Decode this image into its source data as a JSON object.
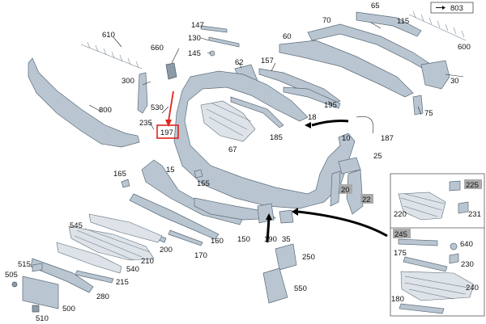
{
  "colors": {
    "part_fill": "#b9c6d1",
    "highlight": "#e0241b",
    "shaded_label": "#aaaaaa"
  },
  "highlighted_part": "197",
  "ref_arrow_label": "803",
  "labels": {
    "l610": "610",
    "l660": "660",
    "l147": "147",
    "l130": "130",
    "l145": "145",
    "l70": "70",
    "l65": "65",
    "l115": "115",
    "l600": "600",
    "l60": "60",
    "l300": "300",
    "l62": "62",
    "l157": "157",
    "l30": "30",
    "l530": "530",
    "l800": "800",
    "l195": "195",
    "l75": "75",
    "l235": "235",
    "l197": "197",
    "l18": "18",
    "l187": "187",
    "l185": "185",
    "l67": "67",
    "l10": "10",
    "l25": "25",
    "l165": "165",
    "l15": "15",
    "l155": "155",
    "l20": "20",
    "l22": "22",
    "l545": "545",
    "l200": "200",
    "l170": "170",
    "l160": "160",
    "l150": "150",
    "l190": "190",
    "l35": "35",
    "l250": "250",
    "l515": "515",
    "l505": "505",
    "l210": "210",
    "l540": "540",
    "l215": "215",
    "l280": "280",
    "l500": "500",
    "l510": "510",
    "l550": "550",
    "l225": "225",
    "l220": "220",
    "l231": "231",
    "l245": "245",
    "l640": "640",
    "l175": "175",
    "l230": "230",
    "l240": "240",
    "l180": "180"
  }
}
